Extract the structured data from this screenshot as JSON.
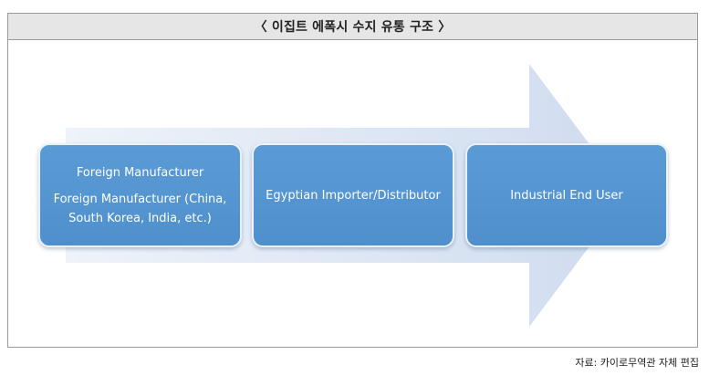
{
  "title": "〈 이집트 에폭시 수지 유통 구조 〉",
  "flow": {
    "boxes": [
      {
        "label": "Foreign Manufacturer",
        "detail_line1": "Foreign Manufacturer (China,",
        "detail_line2": "South Korea, India, etc.)"
      },
      {
        "label": "Egyptian Importer/Distributor"
      },
      {
        "label": "Industrial End User"
      }
    ]
  },
  "source": "자료: 카이로무역관 자체 편집",
  "colors": {
    "box_fill": "#5b9bd5",
    "arrow_fill": "#dbe5f1",
    "title_bg": "#e6e6e6"
  }
}
